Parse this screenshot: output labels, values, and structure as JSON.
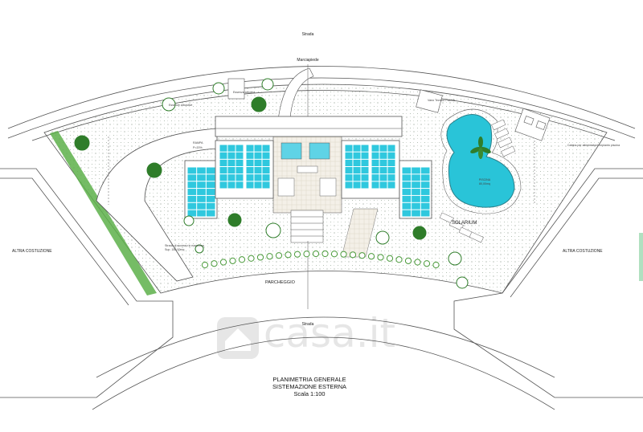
{
  "labels": {
    "road_top": "Strada",
    "sidewalk": "Marciapiede",
    "road_bottom": "Strada",
    "parking": "Parcheggio",
    "solarium": "Solarium",
    "altra_left": "ALTRA COSTUZIONE",
    "altra_right": "ALTRA COSTUZIONE",
    "pool": "PISCINA",
    "pool_area": "80,00mq",
    "rampa": "RAMPA",
    "rampa_slope": "P=20%",
    "vano_tecnico": "Vano Tecnico Piscina",
    "cabina": "Cabina per alimentatore impianto piscina",
    "essenze": "Essenze arbustive",
    "essenze_arboree": "Essenza arborea",
    "strada_accesso": "Strada di accesso in macchina",
    "strada_accesso_dim": "Sup. 150,00mq"
  },
  "title": {
    "line1": "PLANIMETRIA GENERALE",
    "line2": "SISTEMAZIONE ESTERNA",
    "line3": "Scala 1:100"
  },
  "watermark": "casa.it",
  "colors": {
    "line": "#555555",
    "hedge": "#4a9a3a",
    "tree": "#2f7d2a",
    "pool_fill": "#29c4d8",
    "pool_tile": "#2fc8de",
    "garden_dot": "#8a9a8a"
  }
}
